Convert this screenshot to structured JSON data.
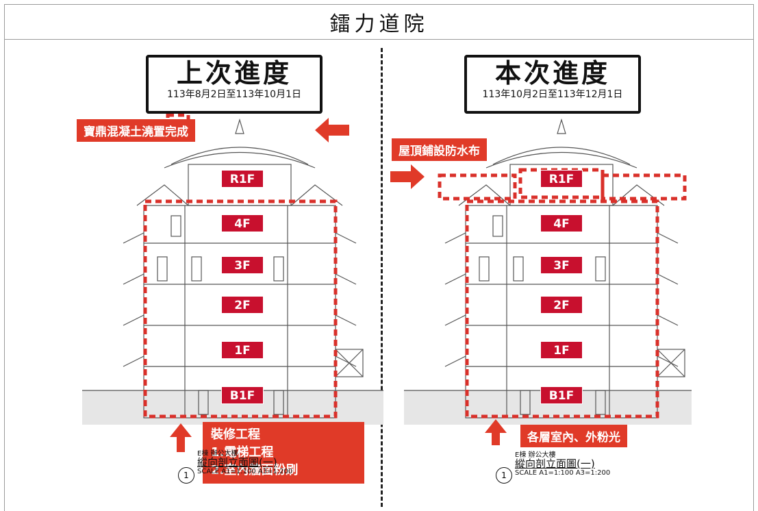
{
  "page_title": "鐳力道院",
  "left_panel": {
    "header_title": "上次進度",
    "header_dates": "113年8月2日至113年10月1日",
    "top_tag": "寶鼎混凝土澆置完成",
    "bottom_tag_lines": [
      "裝修工程",
      "1.電梯工程",
      "2.室內牆面粉刷"
    ],
    "floors": [
      "R1F",
      "4F",
      "3F",
      "2F",
      "1F",
      "B1F"
    ],
    "caption_small": "E棟 辦公大樓",
    "caption_title": "縱向剖立面圖(一)",
    "caption_scale": "SCALE A1=1:100 A3=1:200",
    "caption_number": "1"
  },
  "right_panel": {
    "header_title": "本次進度",
    "header_dates": "113年10月2日至113年12月1日",
    "top_tag": "屋頂鋪設防水布",
    "bottom_tag": "各層室內、外粉光",
    "floors": [
      "R1F",
      "4F",
      "3F",
      "2F",
      "1F",
      "B1F"
    ],
    "caption_small": "E棟 辦公大樓",
    "caption_title": "縱向剖立面圖(一)",
    "caption_scale": "SCALE A1=1:100 A3=1:200",
    "caption_number": "1"
  },
  "colors": {
    "accent_red": "#e03a28",
    "floor_label_red": "#c8102e",
    "dashed_outline": "#d9302a",
    "line": "#444444"
  }
}
